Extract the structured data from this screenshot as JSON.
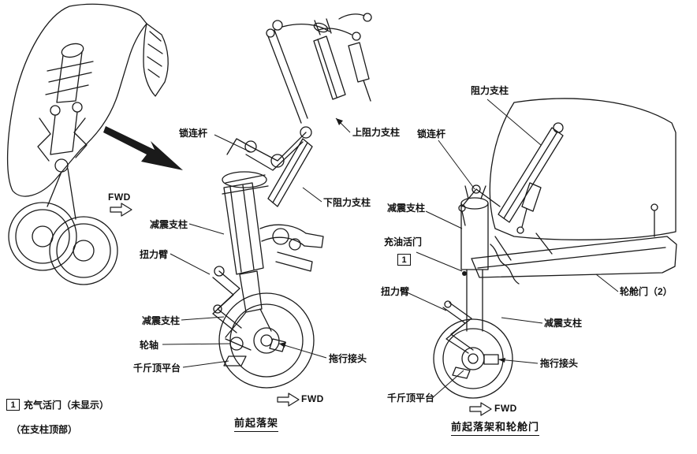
{
  "colors": {
    "ink": "#1a1a1a",
    "paper": "#ffffff"
  },
  "overview": {
    "fwd_label": "FWD"
  },
  "center": {
    "caption": "前起落架",
    "fwd_label": "FWD",
    "labels": {
      "lock_link": "锁连杆",
      "upper_drag_strut": "上阻力支柱",
      "lower_drag_strut": "下阻力支柱",
      "shock_strut_upper": "减震支柱",
      "torsion_arm": "扭力臂",
      "shock_strut_lower": "减震支柱",
      "axle": "轮轴",
      "jack_pad": "千斤顶平台",
      "tow_fitting": "拖行接头"
    }
  },
  "right": {
    "caption": "前起落架和轮舱门",
    "fwd_label": "FWD",
    "callout_number": "1",
    "labels": {
      "drag_strut": "阻力支柱",
      "lock_link": "锁连杆",
      "shock_strut_upper": "减震支柱",
      "oil_fill_valve": "充油活门",
      "torsion_arm": "扭力臂",
      "shock_strut_lower": "减震支柱",
      "wheel_well_door": "轮舱门（2）",
      "tow_fitting": "拖行接头",
      "jack_pad": "千斤顶平台"
    }
  },
  "legend": {
    "callout_number": "1",
    "text": "充气活门（未显示）",
    "note": "（在支柱顶部）"
  }
}
